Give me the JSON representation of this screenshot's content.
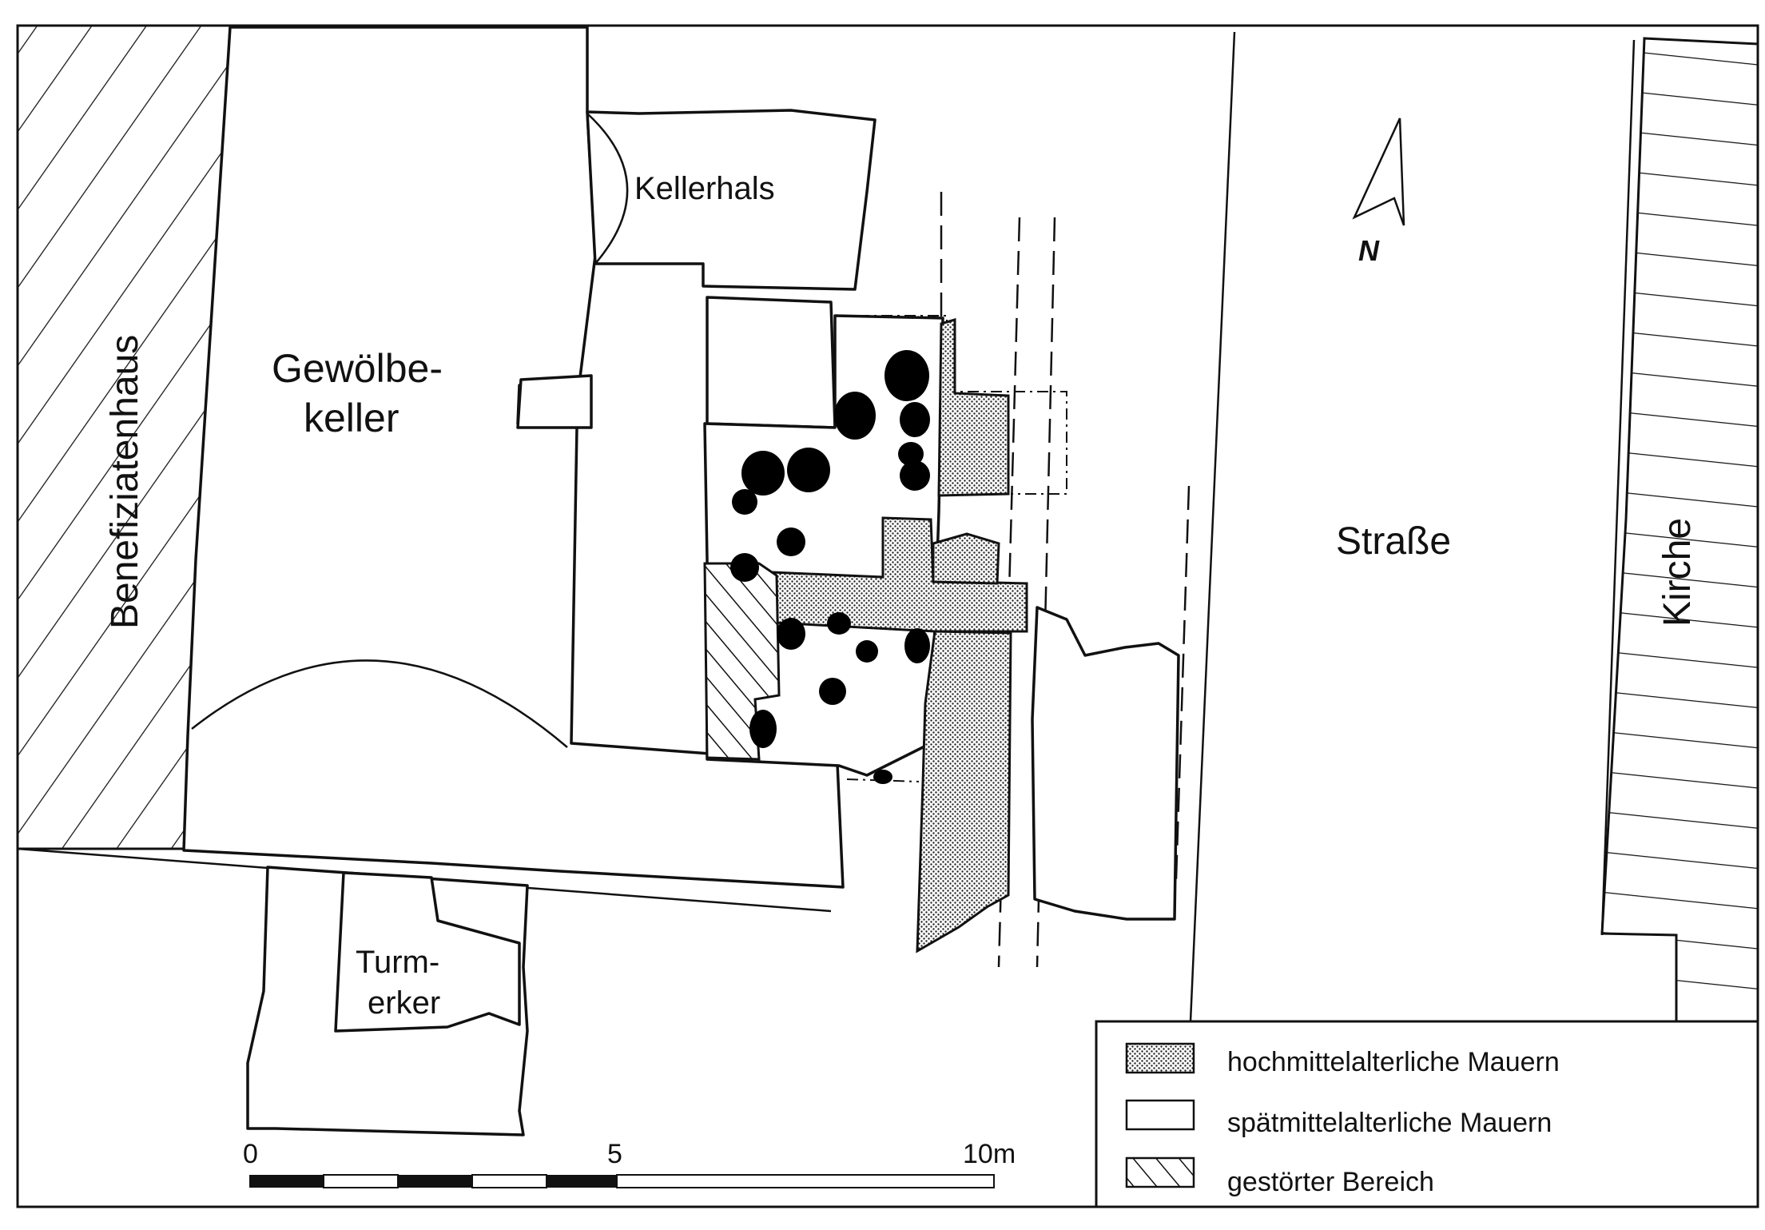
{
  "labels": {
    "benefiziatenhaus": "Benefiziatenhaus",
    "gewoelbekeller_line1": "Gewölbe-",
    "gewoelbekeller_line2": "keller",
    "kellerhals": "Kellerhals",
    "turmerker_line1": "Turm-",
    "turmerker_line2": "erker",
    "strasse": "Straße",
    "kirche": "Kirche",
    "north": "N"
  },
  "scale_bar": {
    "tick_0": "0",
    "tick_5": "5",
    "tick_10": "10m"
  },
  "legend": {
    "items": [
      {
        "label": "hochmittelalterliche Mauern",
        "pattern": "stipple"
      },
      {
        "label": "spätmittelalterliche Mauern",
        "pattern": "empty"
      },
      {
        "label": "gestörter Bereich",
        "pattern": "hatch"
      }
    ]
  },
  "colors": {
    "ink": "#111111",
    "paper": "#ffffff"
  }
}
